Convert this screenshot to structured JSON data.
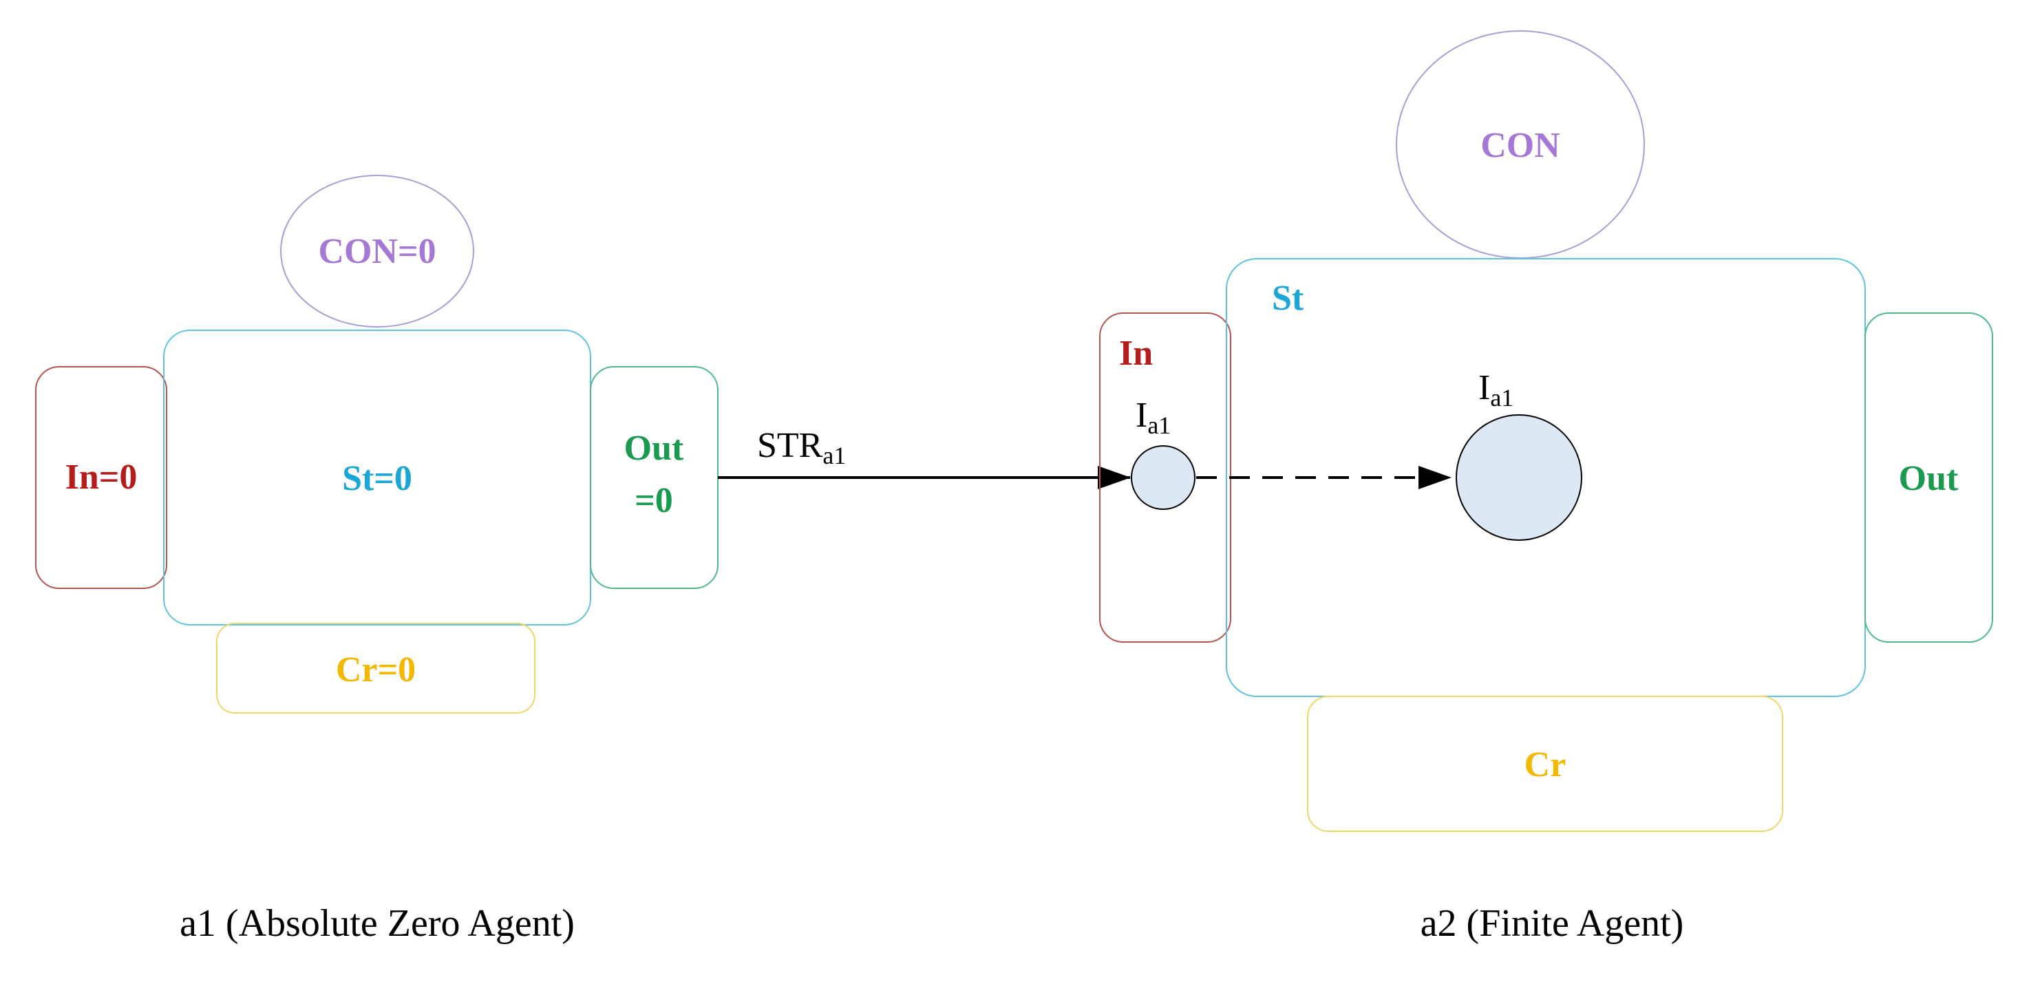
{
  "colors": {
    "in": "#b71c1c",
    "in_border": "#b5534d",
    "st": "#1aa7d8",
    "st_border": "#5ec3e0",
    "out": "#1a9a4e",
    "out_border": "#4fb88c",
    "cr": "#f5b800",
    "cr_border": "#f2d66b",
    "con": "#a678d6",
    "con_border": "#a79fd8",
    "node_fill": "#dce8f4",
    "line": "#000000"
  },
  "agent1": {
    "con_label": "CON=0",
    "in_label": "In=0",
    "st_label": "St=0",
    "out_label_line1": "Out",
    "out_label_line2": "=0",
    "cr_label": "Cr=0",
    "caption": "a1 (Absolute Zero Agent)"
  },
  "agent2": {
    "con_label": "CON",
    "in_label": "In",
    "st_label": "St",
    "out_label": "Out",
    "cr_label": "Cr",
    "caption": "a2 (Finite Agent)",
    "in_node_label": "I",
    "in_node_sub": "a1",
    "st_node_label": "I",
    "st_node_sub": "a1"
  },
  "transfer": {
    "label": "STR",
    "label_sub": "a1"
  }
}
